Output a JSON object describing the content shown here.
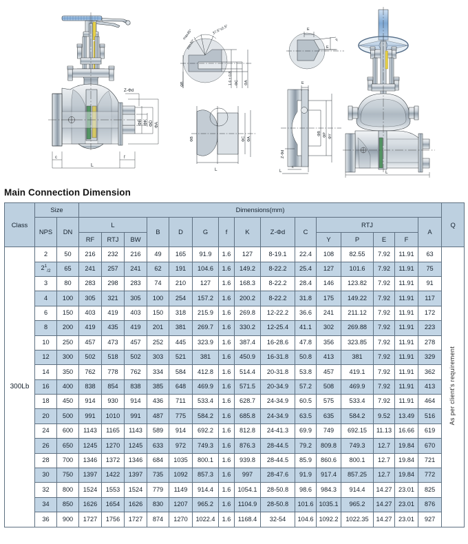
{
  "section": {
    "title": "Main Connection Dimension"
  },
  "drawings": {
    "main_valve": {
      "name": "flanged-gate-valve-section-view",
      "labels": [
        "Z-Φd",
        "ΦB",
        "ΦK",
        "ΦD",
        "c",
        "f",
        "L"
      ]
    },
    "bw_detail": {
      "name": "butt-weld-end-detail",
      "labels": [
        "37.5°±2.5°",
        "max 45°",
        "min 30°",
        "1.6 ± 0.8",
        "ΦB",
        "ΦA",
        "ΦC",
        "L"
      ]
    },
    "rtj_detail": {
      "name": "rtj-ring-groove-flange-detail",
      "labels": [
        "E",
        "F",
        "P",
        "ΦY",
        "ΦB",
        "ΦP",
        "Z-Φd",
        "C",
        "L"
      ]
    },
    "handwheel_valve": {
      "name": "rising-stem-gate-valve-view",
      "labels": [
        "L"
      ]
    }
  },
  "table": {
    "header": {
      "class": "Class",
      "size": "Size",
      "dimensions": "Dimensions(mm)",
      "nps": "NPS",
      "dn": "DN",
      "l_group": "L",
      "l_sub": [
        "RF",
        "RTJ",
        "BW"
      ],
      "b": "B",
      "d": "D",
      "g": "G",
      "f": "f",
      "k": "K",
      "zd": "Z-Φd",
      "c": "C",
      "rtj_group": "RTJ",
      "rtj_sub": [
        "Y",
        "P",
        "E",
        "F"
      ],
      "a": "A",
      "q": "Q"
    },
    "class_label": "300Lb",
    "q_value": "As per client's requirement",
    "columns": [
      "NPS",
      "DN",
      "RF",
      "RTJ",
      "BW",
      "B",
      "D",
      "G",
      "f",
      "K",
      "Z-Φd",
      "C",
      "Y",
      "P",
      "E",
      "F",
      "A"
    ],
    "rows": [
      {
        "nps": "2",
        "nps_html": "2",
        "dn": "50",
        "rf": "216",
        "rtj": "232",
        "bw": "216",
        "b": "49",
        "d": "165",
        "g": "91.9",
        "f": "1.6",
        "k": "127",
        "zd": "8-19.1",
        "c": "22.4",
        "y": "108",
        "p": "82.55",
        "e": "7.92",
        "ff": "11.91",
        "a": "63"
      },
      {
        "nps": "2 1/2",
        "nps_html": "2<sup>1</sup><sub>/2</sub>",
        "dn": "65",
        "rf": "241",
        "rtj": "257",
        "bw": "241",
        "b": "62",
        "d": "191",
        "g": "104.6",
        "f": "1.6",
        "k": "149.2",
        "zd": "8-22.2",
        "c": "25.4",
        "y": "127",
        "p": "101.6",
        "e": "7.92",
        "ff": "11.91",
        "a": "75"
      },
      {
        "nps": "3",
        "nps_html": "3",
        "dn": "80",
        "rf": "283",
        "rtj": "298",
        "bw": "283",
        "b": "74",
        "d": "210",
        "g": "127",
        "f": "1.6",
        "k": "168.3",
        "zd": "8-22.2",
        "c": "28.4",
        "y": "146",
        "p": "123.82",
        "e": "7.92",
        "ff": "11.91",
        "a": "91"
      },
      {
        "nps": "4",
        "nps_html": "4",
        "dn": "100",
        "rf": "305",
        "rtj": "321",
        "bw": "305",
        "b": "100",
        "d": "254",
        "g": "157.2",
        "f": "1.6",
        "k": "200.2",
        "zd": "8-22.2",
        "c": "31.8",
        "y": "175",
        "p": "149.22",
        "e": "7.92",
        "ff": "11.91",
        "a": "117"
      },
      {
        "nps": "6",
        "nps_html": "6",
        "dn": "150",
        "rf": "403",
        "rtj": "419",
        "bw": "403",
        "b": "150",
        "d": "318",
        "g": "215.9",
        "f": "1.6",
        "k": "269.8",
        "zd": "12-22.2",
        "c": "36.6",
        "y": "241",
        "p": "211.12",
        "e": "7.92",
        "ff": "11.91",
        "a": "172"
      },
      {
        "nps": "8",
        "nps_html": "8",
        "dn": "200",
        "rf": "419",
        "rtj": "435",
        "bw": "419",
        "b": "201",
        "d": "381",
        "g": "269.7",
        "f": "1.6",
        "k": "330.2",
        "zd": "12-25.4",
        "c": "41.1",
        "y": "302",
        "p": "269.88",
        "e": "7.92",
        "ff": "11.91",
        "a": "223"
      },
      {
        "nps": "10",
        "nps_html": "10",
        "dn": "250",
        "rf": "457",
        "rtj": "473",
        "bw": "457",
        "b": "252",
        "d": "445",
        "g": "323.9",
        "f": "1.6",
        "k": "387.4",
        "zd": "16-28.6",
        "c": "47.8",
        "y": "356",
        "p": "323.85",
        "e": "7.92",
        "ff": "11.91",
        "a": "278"
      },
      {
        "nps": "12",
        "nps_html": "12",
        "dn": "300",
        "rf": "502",
        "rtj": "518",
        "bw": "502",
        "b": "303",
        "d": "521",
        "g": "381",
        "f": "1.6",
        "k": "450.9",
        "zd": "16-31.8",
        "c": "50.8",
        "y": "413",
        "p": "381",
        "e": "7.92",
        "ff": "11.91",
        "a": "329"
      },
      {
        "nps": "14",
        "nps_html": "14",
        "dn": "350",
        "rf": "762",
        "rtj": "778",
        "bw": "762",
        "b": "334",
        "d": "584",
        "g": "412.8",
        "f": "1.6",
        "k": "514.4",
        "zd": "20-31.8",
        "c": "53.8",
        "y": "457",
        "p": "419.1",
        "e": "7.92",
        "ff": "11.91",
        "a": "362"
      },
      {
        "nps": "16",
        "nps_html": "16",
        "dn": "400",
        "rf": "838",
        "rtj": "854",
        "bw": "838",
        "b": "385",
        "d": "648",
        "g": "469.9",
        "f": "1.6",
        "k": "571.5",
        "zd": "20-34.9",
        "c": "57.2",
        "y": "508",
        "p": "469.9",
        "e": "7.92",
        "ff": "11.91",
        "a": "413"
      },
      {
        "nps": "18",
        "nps_html": "18",
        "dn": "450",
        "rf": "914",
        "rtj": "930",
        "bw": "914",
        "b": "436",
        "d": "711",
        "g": "533.4",
        "f": "1.6",
        "k": "628.7",
        "zd": "24-34.9",
        "c": "60.5",
        "y": "575",
        "p": "533.4",
        "e": "7.92",
        "ff": "11.91",
        "a": "464"
      },
      {
        "nps": "20",
        "nps_html": "20",
        "dn": "500",
        "rf": "991",
        "rtj": "1010",
        "bw": "991",
        "b": "487",
        "d": "775",
        "g": "584.2",
        "f": "1.6",
        "k": "685.8",
        "zd": "24-34.9",
        "c": "63.5",
        "y": "635",
        "p": "584.2",
        "e": "9.52",
        "ff": "13.49",
        "a": "516"
      },
      {
        "nps": "24",
        "nps_html": "24",
        "dn": "600",
        "rf": "1143",
        "rtj": "1165",
        "bw": "1143",
        "b": "589",
        "d": "914",
        "g": "692.2",
        "f": "1.6",
        "k": "812.8",
        "zd": "24-41.3",
        "c": "69.9",
        "y": "749",
        "p": "692.15",
        "e": "11.13",
        "ff": "16.66",
        "a": "619"
      },
      {
        "nps": "26",
        "nps_html": "26",
        "dn": "650",
        "rf": "1245",
        "rtj": "1270",
        "bw": "1245",
        "b": "633",
        "d": "972",
        "g": "749.3",
        "f": "1.6",
        "k": "876.3",
        "zd": "28-44.5",
        "c": "79.2",
        "y": "809.8",
        "p": "749.3",
        "e": "12.7",
        "ff": "19.84",
        "a": "670"
      },
      {
        "nps": "28",
        "nps_html": "28",
        "dn": "700",
        "rf": "1346",
        "rtj": "1372",
        "bw": "1346",
        "b": "684",
        "d": "1035",
        "g": "800.1",
        "f": "1.6",
        "k": "939.8",
        "zd": "28-44.5",
        "c": "85.9",
        "y": "860.6",
        "p": "800.1",
        "e": "12.7",
        "ff": "19.84",
        "a": "721"
      },
      {
        "nps": "30",
        "nps_html": "30",
        "dn": "750",
        "rf": "1397",
        "rtj": "1422",
        "bw": "1397",
        "b": "735",
        "d": "1092",
        "g": "857.3",
        "f": "1.6",
        "k": "997",
        "zd": "28-47.6",
        "c": "91.9",
        "y": "917.4",
        "p": "857.25",
        "e": "12.7",
        "ff": "19.84",
        "a": "772"
      },
      {
        "nps": "32",
        "nps_html": "32",
        "dn": "800",
        "rf": "1524",
        "rtj": "1553",
        "bw": "1524",
        "b": "779",
        "d": "1149",
        "g": "914.4",
        "f": "1.6",
        "k": "1054.1",
        "zd": "28-50.8",
        "c": "98.6",
        "y": "984.3",
        "p": "914.4",
        "e": "14.27",
        "ff": "23.01",
        "a": "825"
      },
      {
        "nps": "34",
        "nps_html": "34",
        "dn": "850",
        "rf": "1626",
        "rtj": "1654",
        "bw": "1626",
        "b": "830",
        "d": "1207",
        "g": "965.2",
        "f": "1.6",
        "k": "1104.9",
        "zd": "28-50.8",
        "c": "101.6",
        "y": "1035.1",
        "p": "965.2",
        "e": "14.27",
        "ff": "23.01",
        "a": "876"
      },
      {
        "nps": "36",
        "nps_html": "36",
        "dn": "900",
        "rf": "1727",
        "rtj": "1756",
        "bw": "1727",
        "b": "874",
        "d": "1270",
        "g": "1022.4",
        "f": "1.6",
        "k": "1168.4",
        "zd": "32-54",
        "c": "104.6",
        "y": "1092.2",
        "p": "1022.35",
        "e": "14.27",
        "ff": "23.01",
        "a": "927"
      }
    ]
  },
  "colors": {
    "header_bg": "#bdd0e0",
    "alt_row_bg": "#c2d5e5",
    "border": "#5d6f80",
    "text": "#15202b"
  }
}
